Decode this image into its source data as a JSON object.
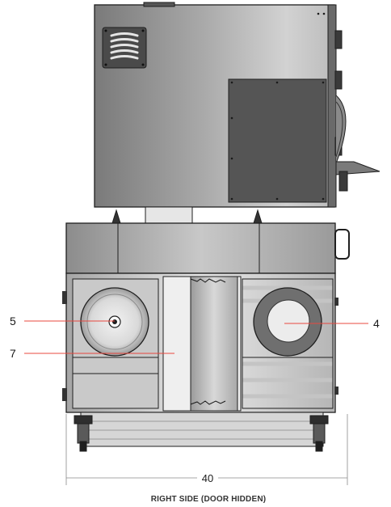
{
  "diagram": {
    "callouts": [
      {
        "id": "5",
        "text": "5"
      },
      {
        "id": "7",
        "text": "7"
      },
      {
        "id": "4",
        "text": "4"
      }
    ],
    "dimension": {
      "value": "40"
    },
    "caption": "RIGHT SIDE (DOOR HIDDEN)",
    "colors": {
      "accent_line": "#e8483f",
      "outline": "#1f1f1f",
      "dim_line": "#8a8a8a"
    }
  }
}
